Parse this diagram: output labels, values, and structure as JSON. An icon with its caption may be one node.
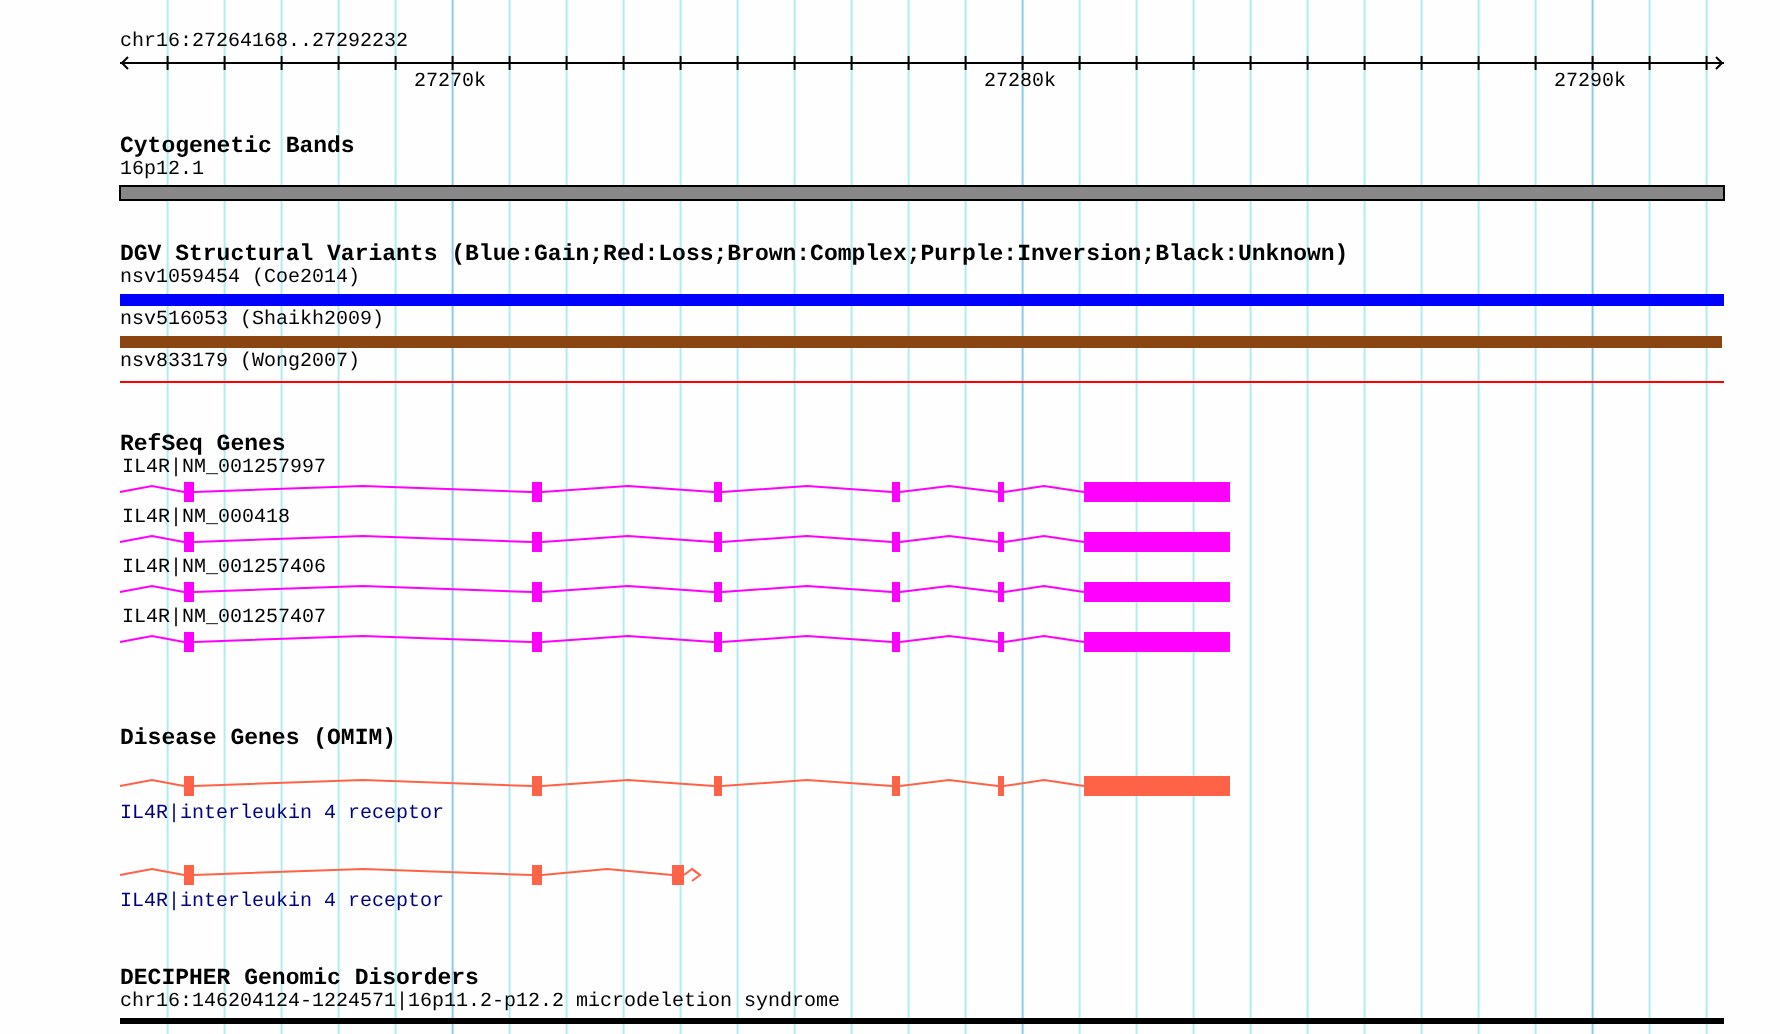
{
  "diagram": {
    "labels": [
      "chr16:27264168..27292232",
      "27270k",
      "27280k",
      "27290k",
      "Cytogenetic Bands",
      "16p12.1",
      "DGV Structural Variants (Blue:Gain;Red:Loss;Brown:Complex;Purple:Inversion;Black:Unknown)",
      "nsv1059454 (Coe2014)",
      "nsv516053 (Shaikh2009)",
      "nsv833179 (Wong2007)",
      "RefSeq Genes",
      "IL4R|NM_001257997",
      "IL4R|NM_000418",
      "IL4R|NM_001257406",
      "IL4R|NM_001257407",
      "Disease Genes (OMIM)",
      "IL4R|interleukin 4 receptor",
      "IL4R|interleukin 4 receptor",
      "DECIPHER Genomic Disorders",
      "chr16:146204124-1224571|16p11.2-p12.2 microdeletion syndrome"
    ]
  }
}
